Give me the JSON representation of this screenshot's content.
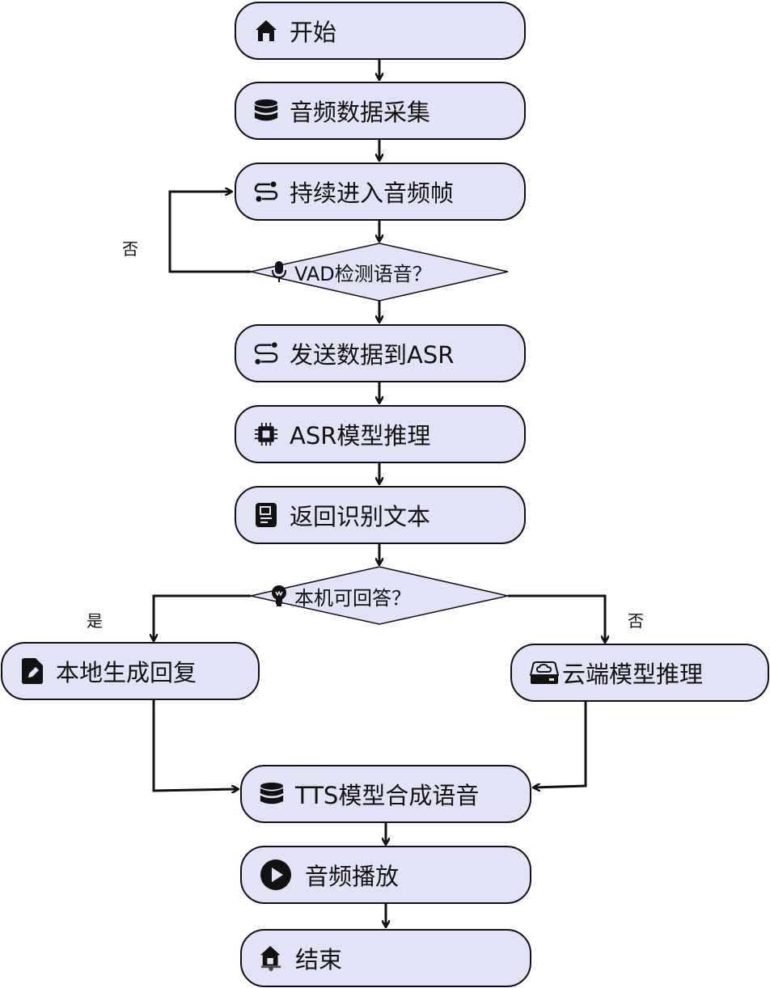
{
  "nodes": {
    "start": {
      "label": "开始",
      "icon": "home-icon"
    },
    "collect": {
      "label": "音频数据采集",
      "icon": "database-icon"
    },
    "frames": {
      "label": "持续进入音频帧",
      "icon": "route-icon"
    },
    "vad": {
      "label": "VAD检测语音？",
      "icon": "microphone-icon"
    },
    "send": {
      "label": "发送数据到ASR",
      "icon": "route-curve-icon"
    },
    "asr": {
      "label": "ASR模型推理",
      "icon": "chip-icon"
    },
    "text": {
      "label": "返回识别文本",
      "icon": "document-icon"
    },
    "local_q": {
      "label": "本机可回答？",
      "icon": "lightbulb-icon"
    },
    "local_gen": {
      "label": "本地生成回复",
      "icon": "file-edit-icon"
    },
    "cloud": {
      "label": "云端模型推理",
      "icon": "cloud-drive-icon"
    },
    "tts": {
      "label": "TTS模型合成语音",
      "icon": "database-icon"
    },
    "play": {
      "label": "音频播放",
      "icon": "play-icon"
    },
    "end": {
      "label": "结束",
      "icon": "home-icon"
    }
  },
  "edges": {
    "vad_no": "否",
    "local_yes": "是",
    "local_no": "否"
  },
  "colors": {
    "node_fill": "#e3e3f8",
    "stroke": "#111111"
  }
}
